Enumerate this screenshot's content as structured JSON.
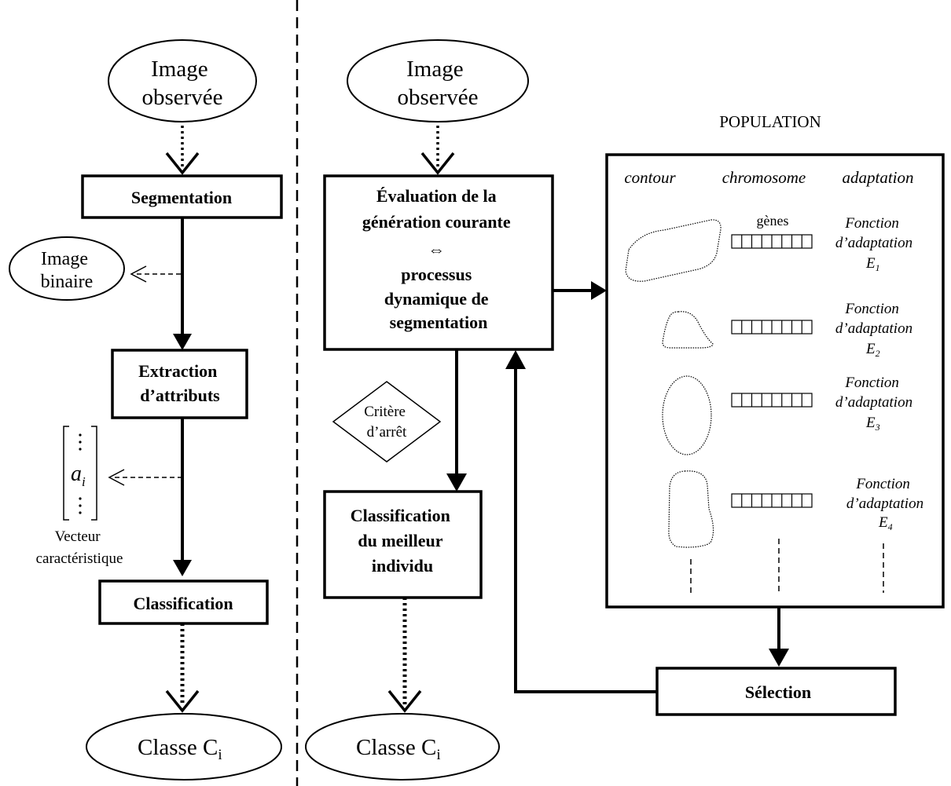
{
  "left": {
    "input": [
      "Image",
      "observée"
    ],
    "segmentation": "Segmentation",
    "binary": [
      "Image",
      "binaire"
    ],
    "extraction": [
      "Extraction",
      "d’attributs"
    ],
    "vector": {
      "element": "a",
      "subscript": "i",
      "caption": [
        "Vecteur",
        "caractéristique"
      ]
    },
    "classification": "Classification",
    "output": {
      "label": "Classe C",
      "subscript": "i"
    }
  },
  "right": {
    "input": [
      "Image",
      "observée"
    ],
    "evaluation": [
      "Évaluation de la",
      "génération courante",
      "⇔",
      "processus",
      "dynamique de",
      "segmentation"
    ],
    "stop": [
      "Critère",
      "d’arrêt"
    ],
    "best": [
      "Classification",
      "du meilleur",
      "individu"
    ],
    "output": {
      "label": "Classe C",
      "subscript": "i"
    },
    "selection": "Sélection"
  },
  "population": {
    "title": "POPULATION",
    "headers": {
      "contour": "contour",
      "chromosome": "chromosome",
      "adaptation": "adaptation"
    },
    "genes": "gènes",
    "individuals": [
      {
        "fitness": [
          "Fonction",
          "d’adaptation"
        ],
        "energy": "E",
        "index": "1"
      },
      {
        "fitness": [
          "Fonction",
          "d’adaptation"
        ],
        "energy": "E",
        "index": "2"
      },
      {
        "fitness": [
          "Fonction",
          "d’adaptation"
        ],
        "energy": "E",
        "index": "3"
      },
      {
        "fitness": [
          "Fonction",
          "d’adaptation"
        ],
        "energy": "E",
        "index": "4"
      }
    ]
  }
}
